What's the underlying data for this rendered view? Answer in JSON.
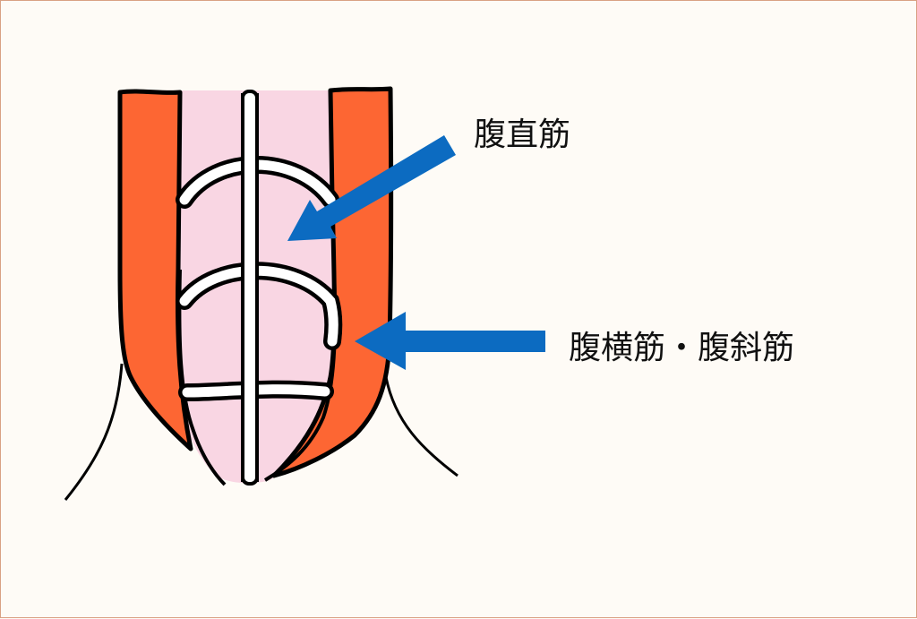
{
  "diagram": {
    "type": "anatomical-illustration",
    "subject": "abdominal muscles",
    "labels": [
      {
        "id": "rectus",
        "text": "腹直筋"
      },
      {
        "id": "transverse-oblique",
        "text": "腹横筋・腹斜筋"
      }
    ],
    "colors": {
      "background": "#fefbf6",
      "border": "#d9a183",
      "rectus_fill": "#f9d6e3",
      "oblique_fill": "#fd6633",
      "tendon_fill": "#ffffff",
      "outline": "#000000",
      "arrow": "#0c6bc1",
      "label_text": "#111111"
    },
    "arrows": [
      {
        "target": "rectus",
        "direction": "down-left"
      },
      {
        "target": "transverse-oblique",
        "direction": "left"
      }
    ]
  }
}
